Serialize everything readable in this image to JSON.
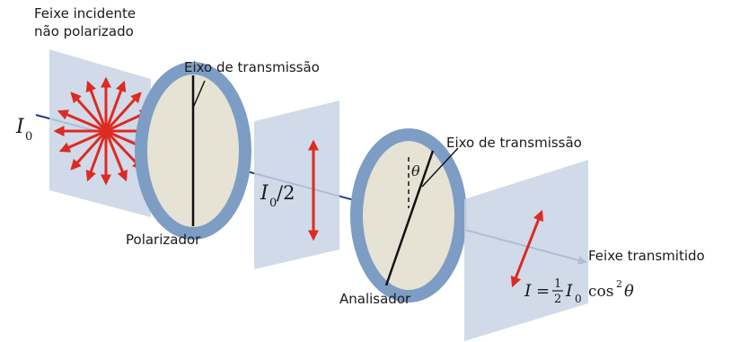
{
  "labels": {
    "incident_line1": "Feixe incidente",
    "incident_line2": "não polarizado",
    "axis1": "Eixo de transmissão",
    "axis2": "Eixo de transmissão",
    "polarizer": "Polarizador",
    "analyzer": "Analisador",
    "transmitted": "Feixe transmitido"
  },
  "math": {
    "i0_main": "I",
    "i0_sub": "0",
    "half_i": "I",
    "half_sub": "0",
    "half_rest": "/2",
    "theta": "θ",
    "final_I": "I",
    "final_eq": "=",
    "final_num": "1",
    "final_den": "2",
    "final_i": "I",
    "final_sub": "0",
    "final_cos": "cos",
    "final_pow": "2",
    "final_theta": "θ"
  },
  "colors": {
    "panel": "#c9d4e4",
    "ring": "#7d9dc4",
    "disk": "#e6e3d4",
    "arrow": "#dd2a22",
    "beam": "#1e3f82"
  }
}
